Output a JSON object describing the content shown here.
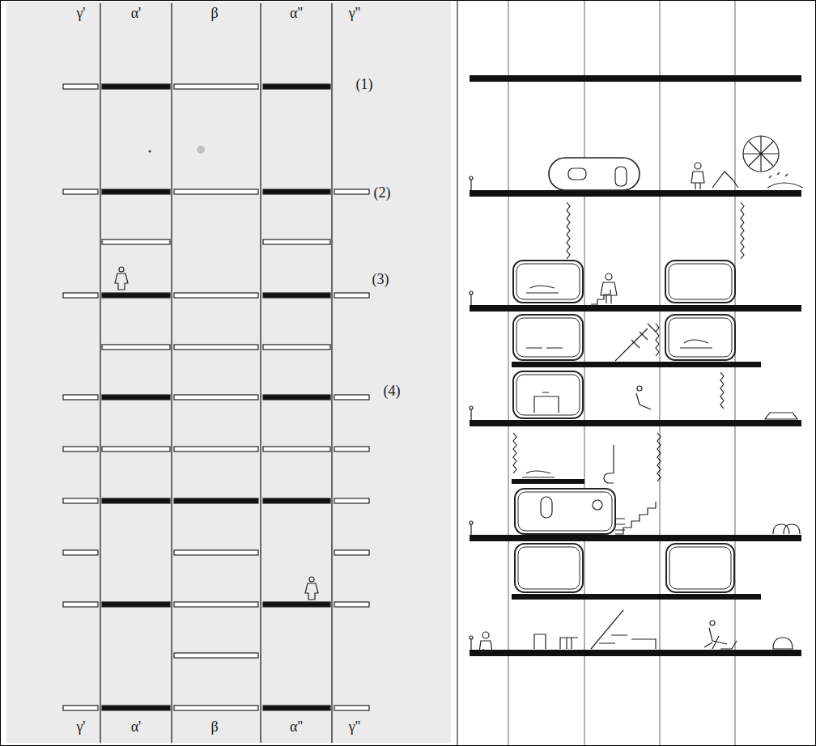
{
  "diagram": {
    "labels": [
      "γ'",
      "α'",
      "β",
      "α''",
      "γ''",
      "(1)",
      "(2)",
      "(3)",
      "(4)",
      "γ'",
      "α'",
      "β",
      "α''",
      "γ''"
    ]
  }
}
